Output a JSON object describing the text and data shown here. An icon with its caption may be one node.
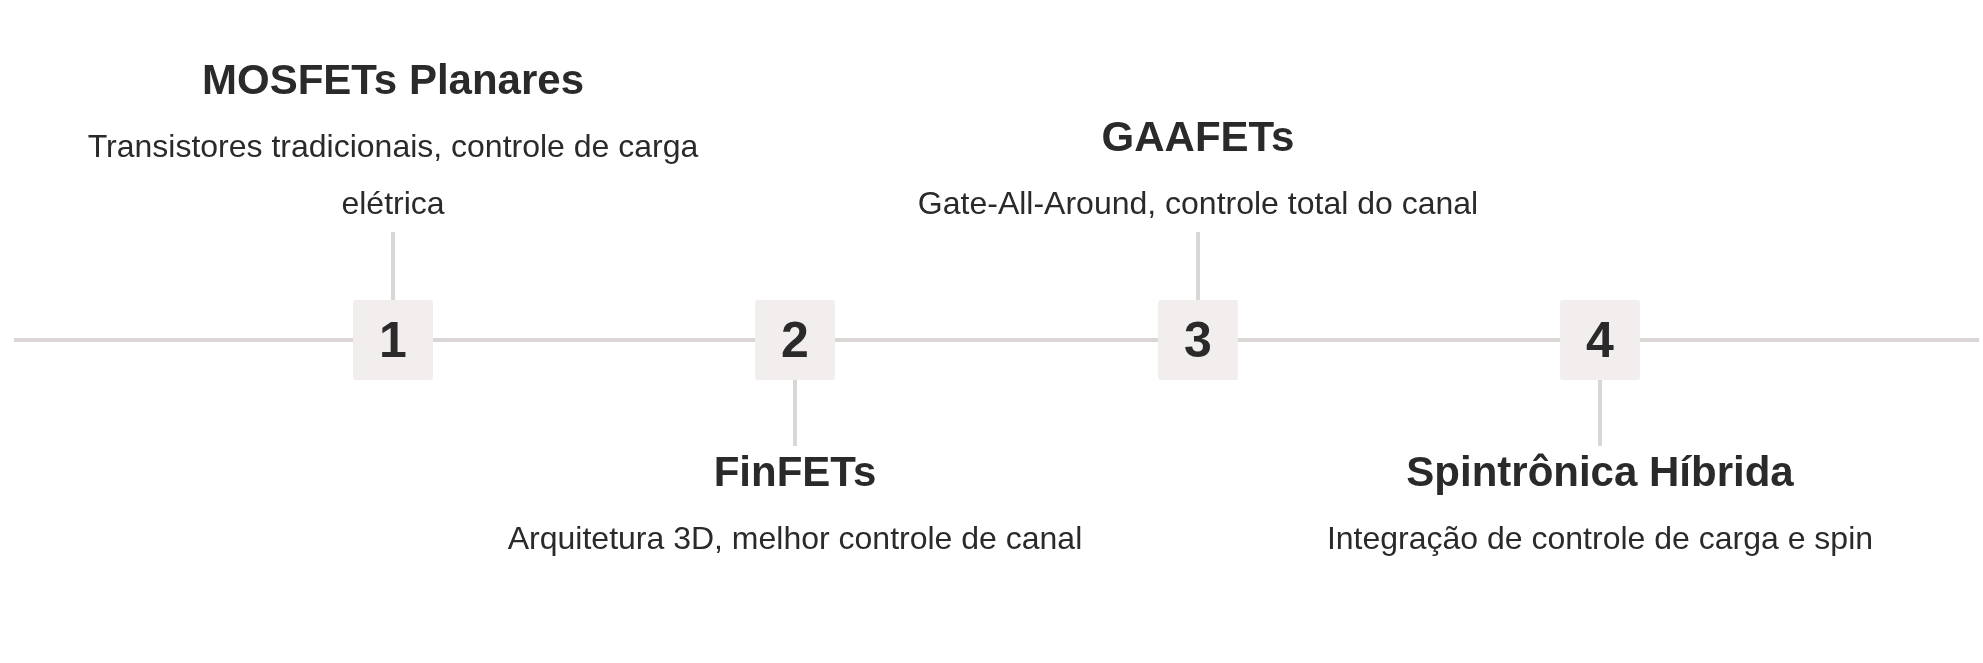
{
  "diagram": {
    "nodes": [
      {
        "text": [
          "1"
        ]
      },
      {
        "text": [
          "MOSFETs Planares",
          "Transistores tradicionais, controle de carga elétrica"
        ]
      },
      {
        "text": [
          "2"
        ]
      },
      {
        "text": [
          "FinFETs",
          "Arquitetura 3D, melhor controle de canal"
        ]
      },
      {
        "text": [
          "3"
        ]
      },
      {
        "text": [
          "GAAFETs",
          "Gate-All-Around, controle total do canal"
        ]
      },
      {
        "text": [
          "4"
        ]
      },
      {
        "text": [
          "Spintrônica Híbrida",
          "Integração de controle de carga e spin"
        ]
      }
    ],
    "edges": [
      {
        "from": 0,
        "to": 2,
        "arrow": "none"
      },
      {
        "from": 2,
        "to": 4,
        "arrow": "none"
      },
      {
        "from": 4,
        "to": 6,
        "arrow": "none"
      },
      {
        "from": 0,
        "to": 1,
        "arrow": "none"
      },
      {
        "from": 2,
        "to": 3,
        "arrow": "none"
      },
      {
        "from": 4,
        "to": 5,
        "arrow": "none"
      },
      {
        "from": 6,
        "to": 7,
        "arrow": "none"
      }
    ]
  }
}
